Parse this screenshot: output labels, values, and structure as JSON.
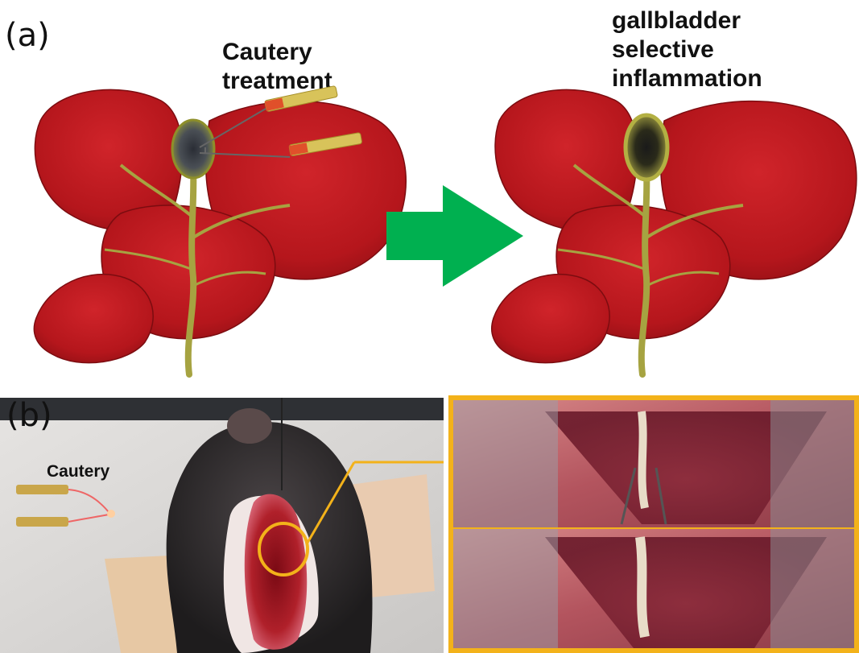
{
  "panel_a": {
    "label": "(a)",
    "left_caption": "Cautery\ntreatment",
    "right_caption": "gallbladder\nselective\ninflammation"
  },
  "panel_b": {
    "label": "(b)",
    "cautery_label": "Cautery"
  },
  "colors": {
    "liver": "#b5161c",
    "liver_dark": "#8e0f14",
    "bile": "#9a9a2e",
    "arrow": "#00b050",
    "highlight": "#f3b21a"
  },
  "icons": {
    "arrow": "right-arrow-icon",
    "cautery": "cautery-tool-icon"
  }
}
